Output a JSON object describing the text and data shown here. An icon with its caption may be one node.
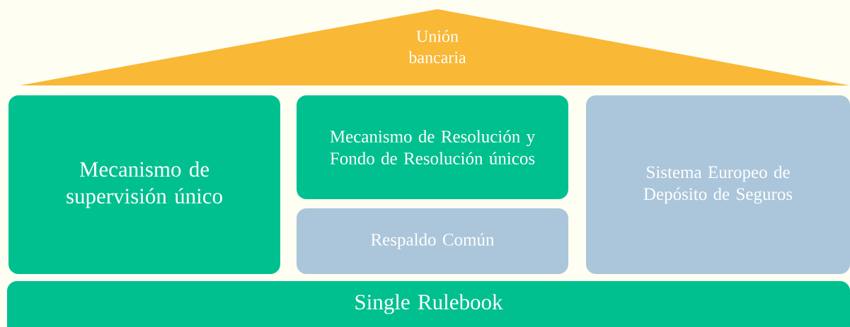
{
  "diagram": {
    "nodes": [
      {
        "text": [
          "Unión bancaria"
        ]
      },
      {
        "text": [
          "Mecanismo de supervisión único"
        ]
      },
      {
        "text": [
          "Mecanismo de Resolución y Fondo de Resolución únicos"
        ]
      },
      {
        "text": [
          "Respaldo Común"
        ]
      },
      {
        "text": [
          "Sistema Europeo de Depósito de Seguros"
        ]
      },
      {
        "text": [
          "Single Rulebook"
        ]
      }
    ]
  }
}
